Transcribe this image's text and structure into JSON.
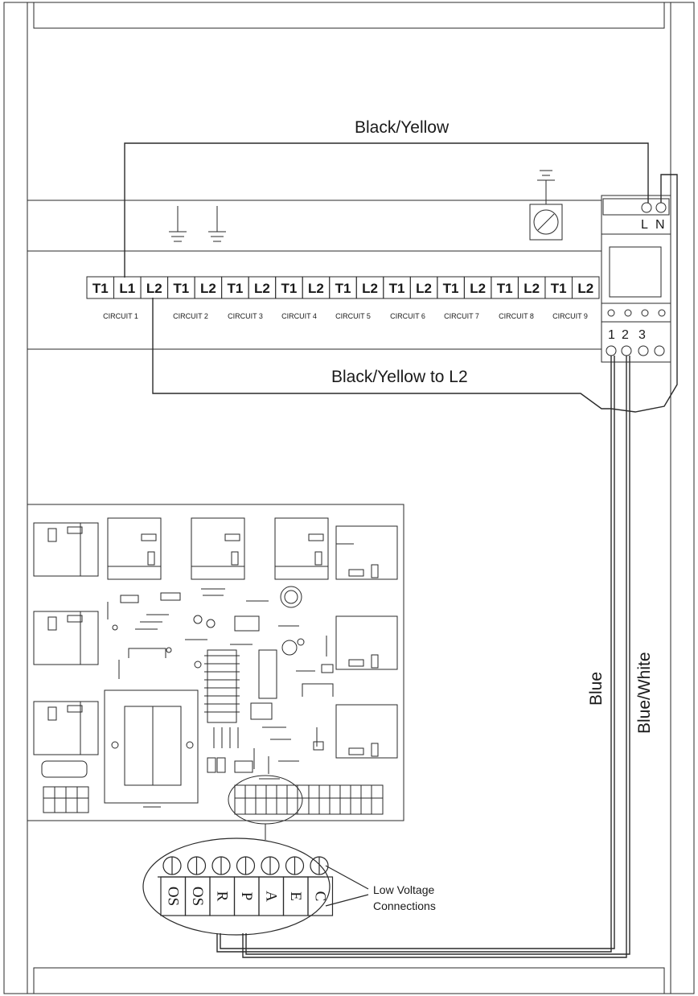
{
  "wire_labels": {
    "black_yellow": "Black/Yellow",
    "black_yellow_to_l2": "Black/Yellow to L2",
    "blue": "Blue",
    "blue_white": "Blue/White"
  },
  "terminal_block": {
    "terminals": [
      "T1",
      "L1",
      "L2",
      "T1",
      "L2",
      "T1",
      "L2",
      "T1",
      "L2",
      "T1",
      "L2",
      "T1",
      "L2",
      "T1",
      "L2",
      "T1",
      "L2",
      "T1",
      "L2"
    ],
    "circuits": [
      "CIRCUIT 1",
      "CIRCUIT 2",
      "CIRCUIT 3",
      "CIRCUIT 4",
      "CIRCUIT 5",
      "CIRCUIT 6",
      "CIRCUIT 7",
      "CIRCUIT 8",
      "CIRCUIT 9"
    ]
  },
  "timer": {
    "top_terminals": [
      "L",
      "N"
    ],
    "bottom_terminals": [
      "1",
      "2",
      "3"
    ]
  },
  "low_voltage": {
    "pins": [
      "OS",
      "OS",
      "R",
      "P",
      "A",
      "E",
      "C"
    ],
    "callout_line1": "Low Voltage",
    "callout_line2": "Connections"
  },
  "colors": {
    "line": "#2a2a2a",
    "background": "#ffffff"
  }
}
